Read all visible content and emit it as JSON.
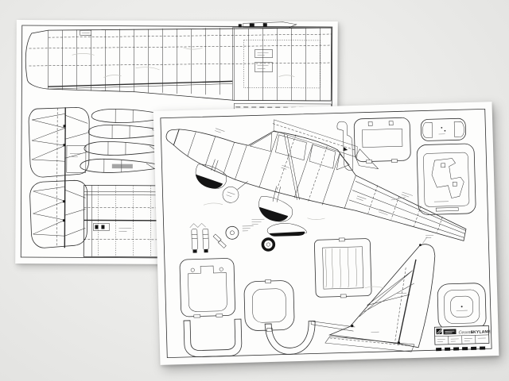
{
  "scene": {
    "description": "two overlapping scanned model-aircraft plan sheets on a gray background",
    "background_color": "#ebebe9",
    "paper_color": "#fdfdfc",
    "ink_color": "#2e2e2e"
  },
  "sheets": [
    {
      "id": "wing-sheet",
      "position": "back-left",
      "drawings": [
        "wing-plan-view",
        "aileron-servo-hatch-detail",
        "stabilizer-elevator-plan",
        "wing-rib-sections",
        "wing-center-section-detail"
      ]
    },
    {
      "id": "fuselage-sheet",
      "position": "front-right",
      "drawings": [
        "fuselage-side-view",
        "wing-saddle-former",
        "cabin-former-with-window",
        "cowl-former-with-d-cutouts",
        "former-with-bracket-cutout",
        "firewall-former-with-notch",
        "rounded-cabin-former",
        "u-channel-former",
        "curved-channel-former",
        "plywood-doubler-plate",
        "small-rounded-former",
        "fin-rudder-tailplane-side-view",
        "landing-gear-details",
        "wheel-and-wheel-pant-detail",
        "title-block"
      ]
    }
  ],
  "title_block": {
    "aircraft_script_name": "Cessna",
    "aircraft_name": "SKYLANE",
    "info_cells": 4,
    "scale_bar_segments": 6
  }
}
